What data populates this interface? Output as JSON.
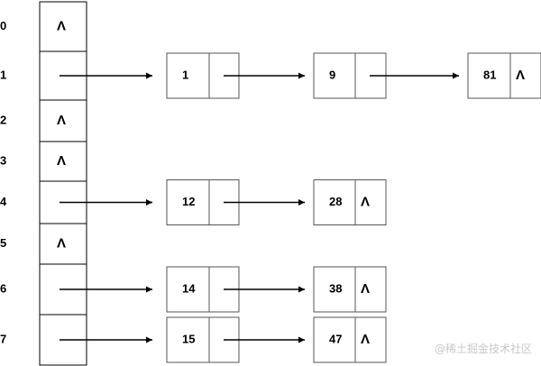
{
  "null_symbol": "Λ",
  "table": {
    "slots": [
      {
        "index": "0",
        "chain": []
      },
      {
        "index": "1",
        "chain": [
          "1",
          "9",
          "81"
        ]
      },
      {
        "index": "2",
        "chain": []
      },
      {
        "index": "3",
        "chain": []
      },
      {
        "index": "4",
        "chain": [
          "12",
          "28"
        ]
      },
      {
        "index": "5",
        "chain": []
      },
      {
        "index": "6",
        "chain": [
          "14",
          "38"
        ]
      },
      {
        "index": "7",
        "chain": [
          "15",
          "47"
        ]
      }
    ]
  },
  "watermark": "@稀土掘金技术社区",
  "colors": {
    "line": "#000000",
    "box_border": "#555555",
    "background": "#ffffff",
    "watermark": "#c8c8c8"
  }
}
